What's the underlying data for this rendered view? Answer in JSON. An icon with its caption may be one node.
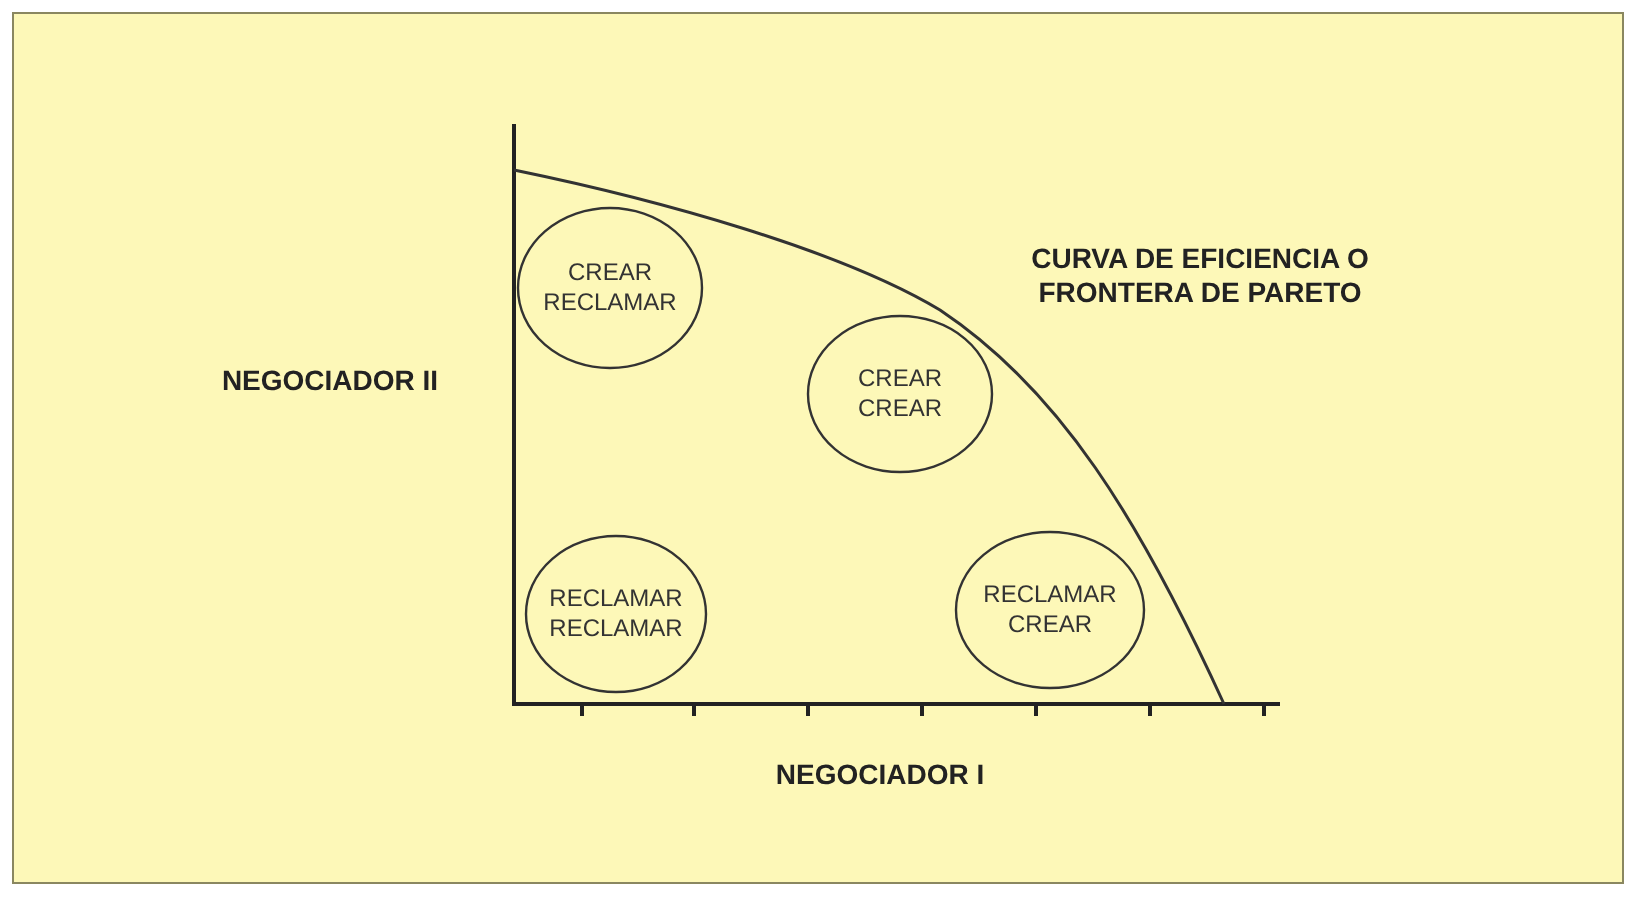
{
  "diagram": {
    "nodes": [
      {
        "text": [
          "CREAR",
          "RECLAMAR"
        ]
      },
      {
        "text": [
          "CREAR",
          "CREAR"
        ]
      },
      {
        "text": [
          "RECLAMAR",
          "RECLAMAR"
        ]
      },
      {
        "text": [
          "RECLAMAR",
          "CREAR"
        ]
      }
    ],
    "labels": [
      "CURVA DE EFICIENCIA O FRONTERA DE PARETO",
      "NEGOCIADOR II",
      "NEGOCIADOR I"
    ]
  }
}
